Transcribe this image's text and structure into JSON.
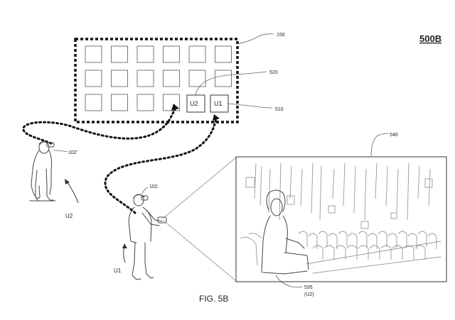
{
  "figure_id": "500B",
  "caption": "FIG. 5B",
  "refs": {
    "grid": "150",
    "box_u2": "520",
    "box_u1": "510",
    "user_remote": "102'",
    "user_local": "102",
    "view": "540",
    "person_in_view": "535",
    "person_in_view_sub": "(U2)"
  },
  "user_labels": {
    "u2": "U2",
    "u1": "U1"
  },
  "seat_labels": {
    "u2": "U2",
    "u1": "U1"
  },
  "colors": {
    "ink": "#111111",
    "line": "#444444",
    "paper": "#ffffff"
  }
}
